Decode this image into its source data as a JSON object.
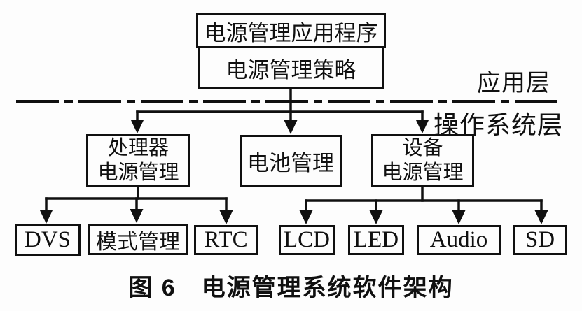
{
  "figure": {
    "caption": "图 6　电源管理系统软件架构",
    "layer_labels": {
      "application": "应用层",
      "os": "操作系统层"
    },
    "nodes": {
      "app": {
        "label": "电源管理应用程序"
      },
      "policy": {
        "label": "电源管理策略"
      },
      "processor": {
        "label": "处理器\n电源管理"
      },
      "battery": {
        "label": "电池管理"
      },
      "device": {
        "label": "设备\n电源管理"
      },
      "dvs": {
        "label": "DVS"
      },
      "mode": {
        "label": "模式管理"
      },
      "rtc": {
        "label": "RTC"
      },
      "lcd": {
        "label": "LCD"
      },
      "led": {
        "label": "LED"
      },
      "audio": {
        "label": "Audio"
      },
      "sd": {
        "label": "SD"
      }
    },
    "edges": [
      [
        "电源管理策略",
        "处理器电源管理"
      ],
      [
        "电源管理策略",
        "电池管理"
      ],
      [
        "电源管理策略",
        "设备电源管理"
      ],
      [
        "处理器电源管理",
        "DVS"
      ],
      [
        "处理器电源管理",
        "模式管理"
      ],
      [
        "处理器电源管理",
        "RTC"
      ],
      [
        "设备电源管理",
        "LCD"
      ],
      [
        "设备电源管理",
        "LED"
      ],
      [
        "设备电源管理",
        "Audio"
      ],
      [
        "设备电源管理",
        "SD"
      ]
    ],
    "colors": {
      "ink": "#101010",
      "background": "#fdfdfd"
    }
  }
}
